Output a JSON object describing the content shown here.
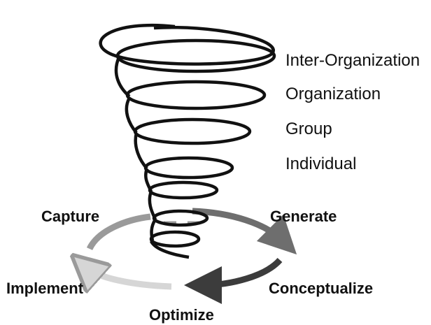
{
  "levels": [
    {
      "label": "Inter-Organization"
    },
    {
      "label": "Organization"
    },
    {
      "label": "Group"
    },
    {
      "label": "Individual"
    }
  ],
  "cycle": {
    "stages": [
      {
        "label": "Capture"
      },
      {
        "label": "Generate"
      },
      {
        "label": "Conceptualize"
      },
      {
        "label": "Optimize"
      },
      {
        "label": "Implement"
      }
    ],
    "arrow_colors": [
      "#9a9a9a",
      "#6e6e6e",
      "#3c3c3c",
      "#d6d6d6"
    ]
  },
  "spiral_color": "#111111"
}
